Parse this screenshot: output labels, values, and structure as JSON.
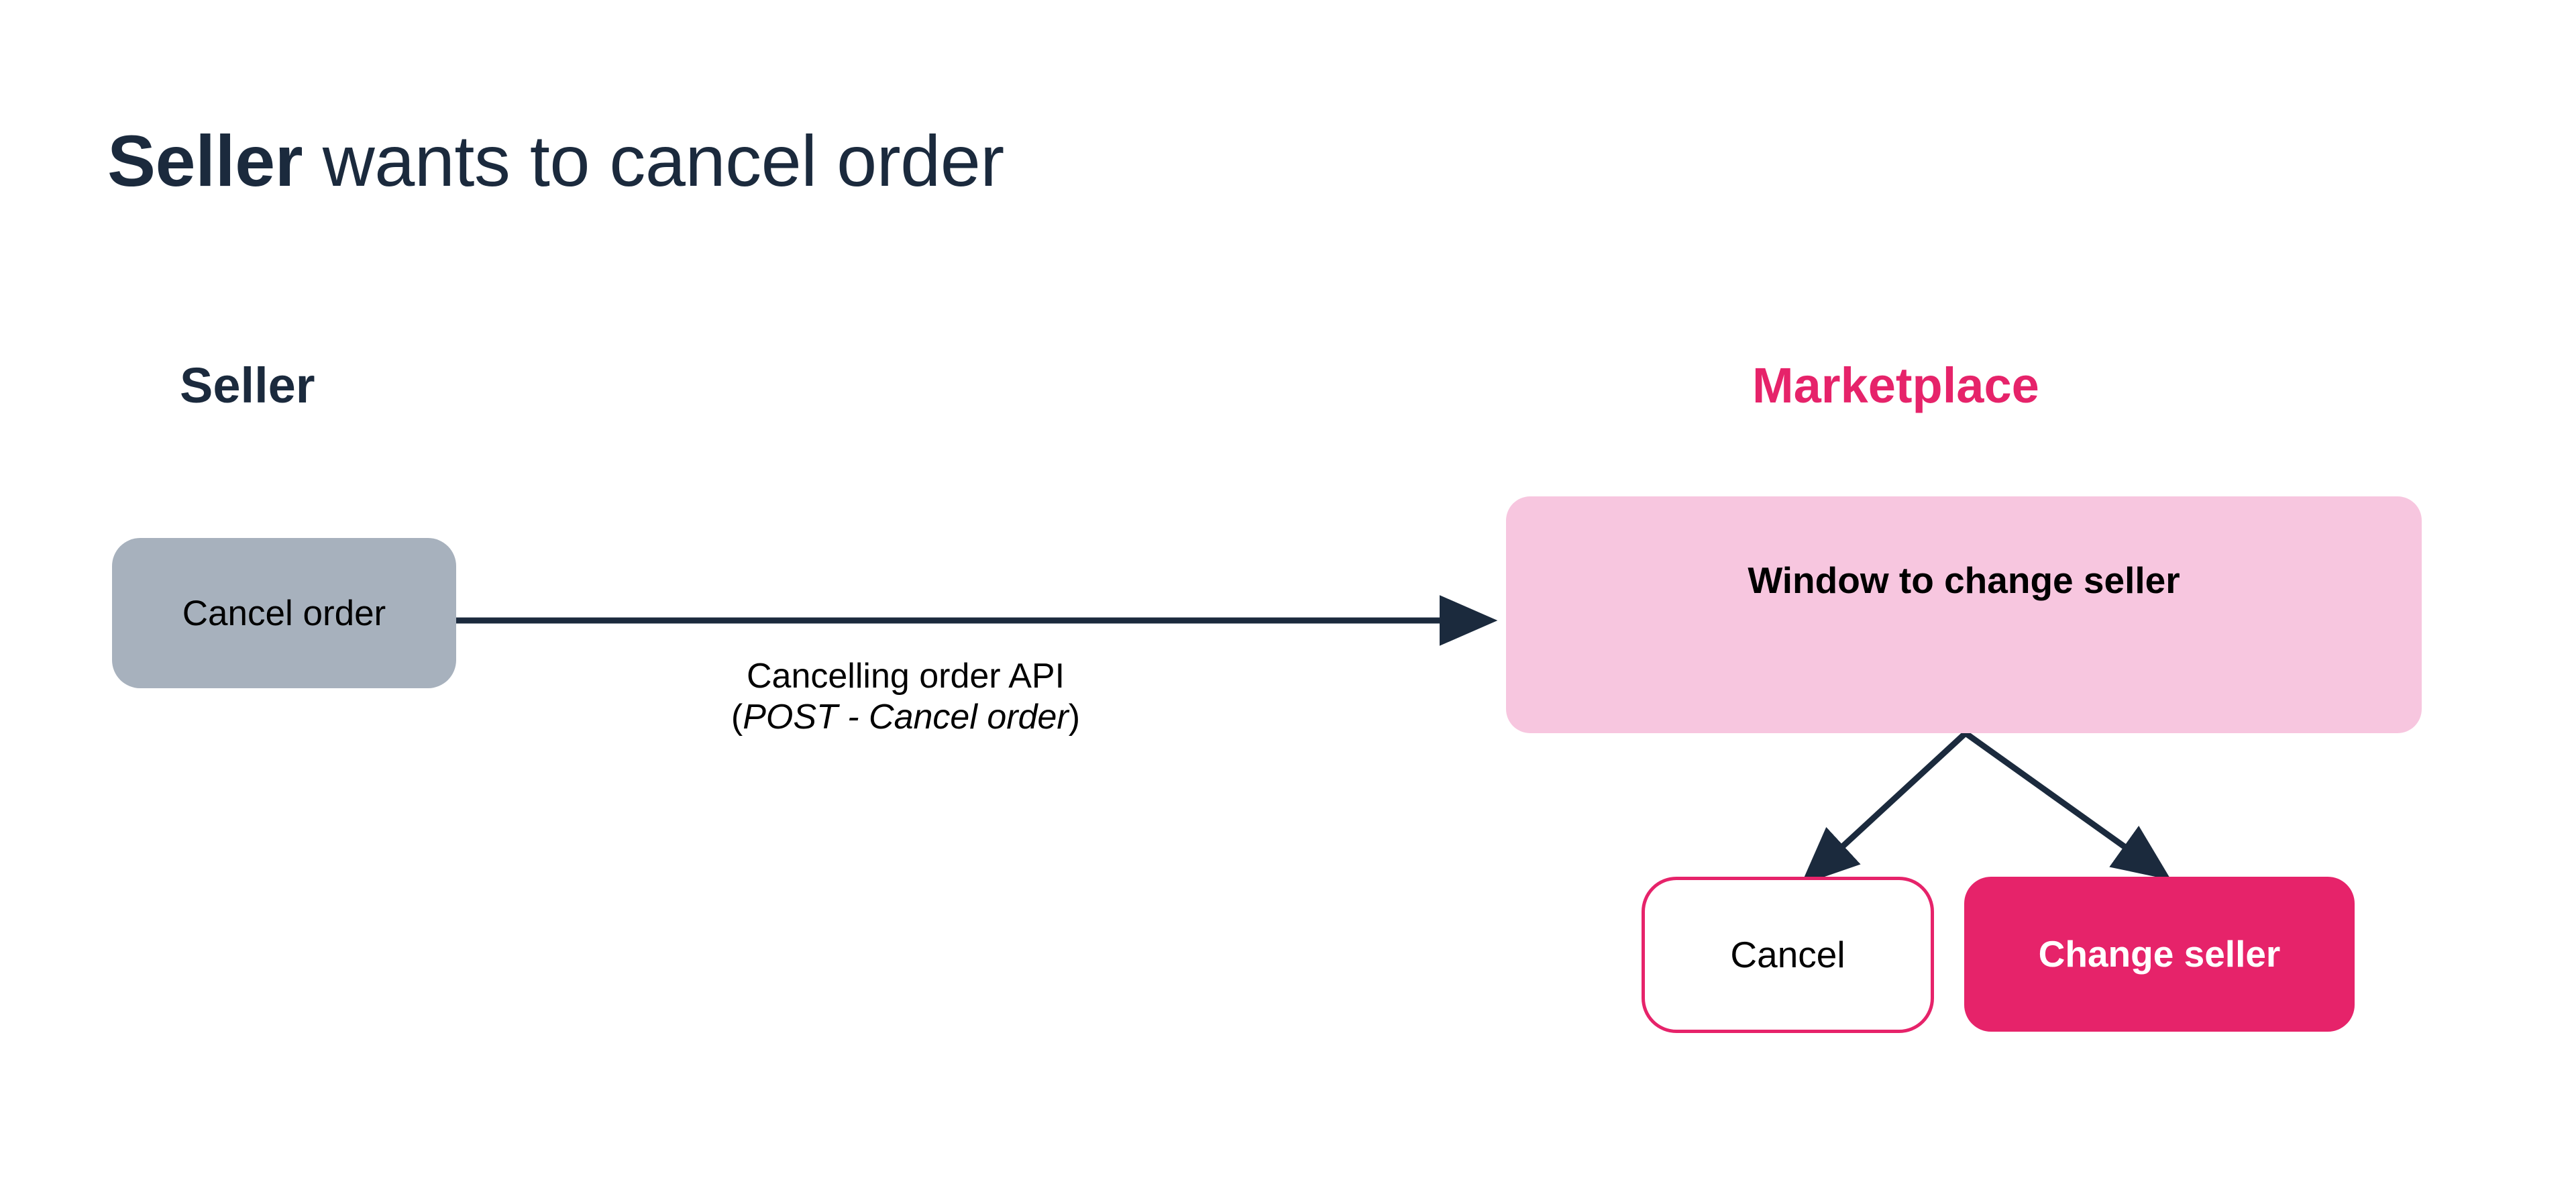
{
  "slide": {
    "background_color": "#FFFFFF",
    "title": {
      "strong_part": "Seller",
      "rest_part": " wants to cancel order",
      "full": "Seller wants to cancel order",
      "color": "#1B2A3D"
    }
  },
  "lanes": [
    {
      "id": "seller",
      "label": "Seller",
      "color": "#1B2A3D"
    },
    {
      "id": "marketplace",
      "label": "Marketplace",
      "color": "#E6236A"
    }
  ],
  "nodes": {
    "cancel_order": {
      "label": "Cancel order",
      "fill_color": "#A7B1BD",
      "text_color": "#000000"
    },
    "window_change_seller": {
      "title": "Window to change seller",
      "fill_color": "#F7C6DF",
      "text_color": "#000000"
    }
  },
  "buttons": {
    "cancel": {
      "label": "Cancel",
      "fill_color": "#FFFFFF",
      "border_color": "#E6236A",
      "text_color": "#000000"
    },
    "change_seller": {
      "label": "Change seller",
      "fill_color": "#E6236A",
      "border_color": "#E6236A",
      "text_color": "#FFFFFF"
    }
  },
  "connectors": {
    "api_call": {
      "line1": "Cancelling order API",
      "line2_open_paren": "(",
      "line2_method": "POST - Cancel order",
      "line2_close_paren": ")",
      "line2_full": "(POST - Cancel order)",
      "arrow_color": "#1B2A3D"
    },
    "branch_left": {
      "target": "Cancel",
      "arrow_color": "#1B2A3D"
    },
    "branch_right": {
      "target": "Change seller",
      "arrow_color": "#1B2A3D"
    }
  }
}
